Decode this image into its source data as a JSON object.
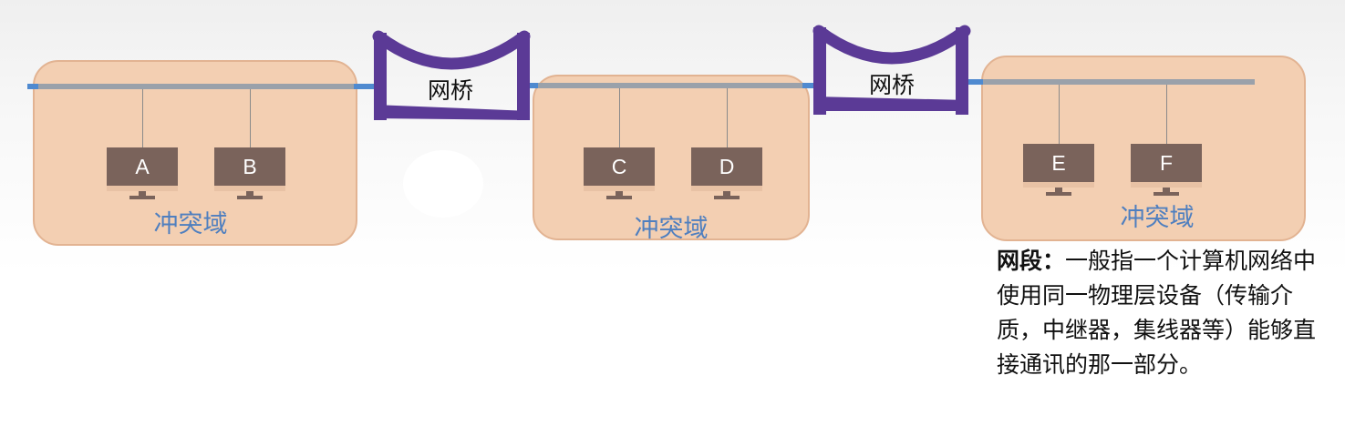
{
  "domains": [
    {
      "label": "冲突域",
      "computers": [
        "A",
        "B"
      ]
    },
    {
      "label": "冲突域",
      "computers": [
        "C",
        "D"
      ]
    },
    {
      "label": "冲突域",
      "computers": [
        "E",
        "F"
      ]
    }
  ],
  "bridges": [
    {
      "label": "网桥"
    },
    {
      "label": "网桥"
    }
  ],
  "note": {
    "term": "网段",
    "colon": "：",
    "text": "一般指一个计算机网络中使用同一物理层设备（传输介质，中继器，集线器等）能够直接通讯的那一部分。"
  },
  "colors": {
    "domain_fill": "#f3cfb2",
    "domain_label": "#4f7fbf",
    "bridge": "#5b3a96",
    "bus": "#9aa1aa",
    "bus_end": "#4f8ad0",
    "computer": "#7a635b"
  }
}
